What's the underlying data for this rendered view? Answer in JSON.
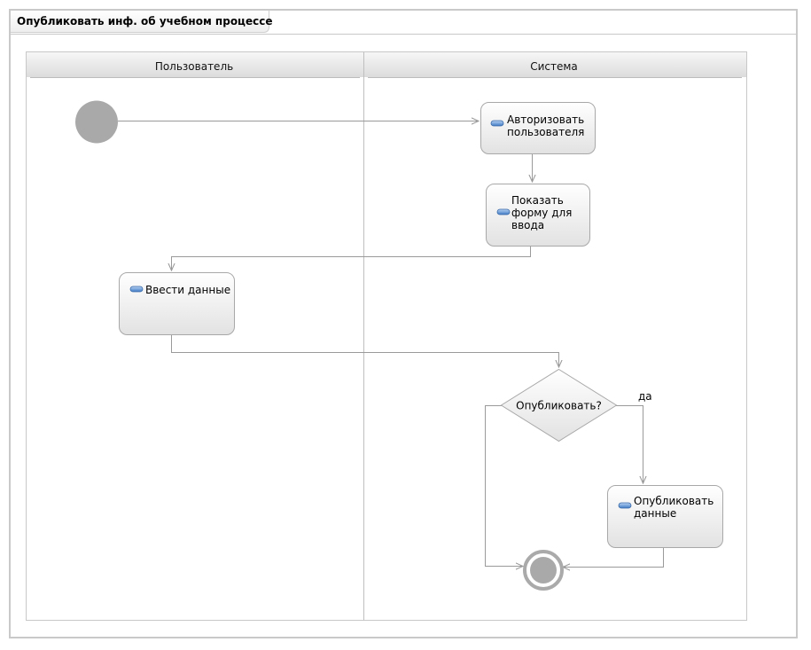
{
  "title": "Опубликовать инф. об учебном процессе",
  "lanes": [
    "Пользователь",
    "Система"
  ],
  "actions": {
    "authorize": [
      "Авторизовать",
      "пользователя"
    ],
    "show_form": [
      "Показать",
      "форму для",
      "ввода"
    ],
    "enter_data": [
      "Ввести данные"
    ],
    "publish_data": [
      "Опубликовать",
      "данные"
    ]
  },
  "decision": {
    "label": "Опубликовать?"
  },
  "edge_labels": {
    "yes": "да"
  },
  "colors": {
    "lane_header": "#e6e6e6",
    "node_fill_top": "#ffffff",
    "node_fill_bottom": "#e4e4e4",
    "node_border": "#a8a8a8",
    "start_fill": "#a9a9a9",
    "edge": "#9a9a9a",
    "action_icon": "#5b8fd0"
  }
}
